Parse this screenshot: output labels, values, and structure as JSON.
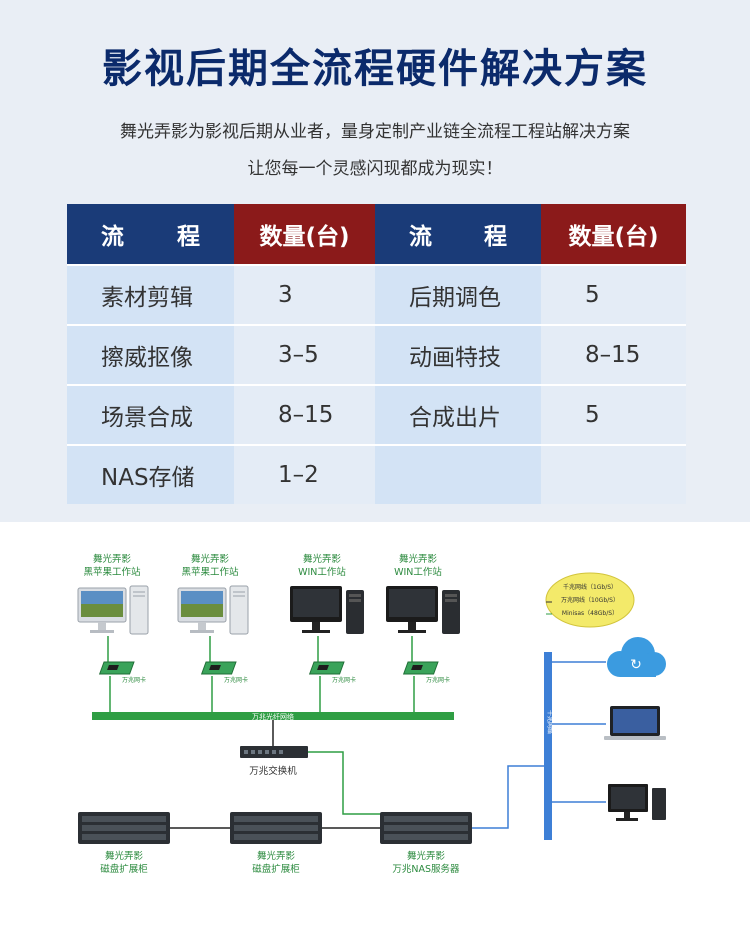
{
  "header": {
    "title": "影视后期全流程硬件解决方案",
    "subtitle_line1": "舞光弄影为影视后期从业者，量身定制产业链全流程工程站解决方案",
    "subtitle_line2": "让您每一个灵感闪现都成为现实！"
  },
  "table": {
    "col_flow": [
      "流",
      "程"
    ],
    "col_qty": "数量(台)",
    "rows": [
      {
        "a": "素材剪辑",
        "a_qty": "3",
        "b": "后期调色",
        "b_qty": "5"
      },
      {
        "a": "擦威抠像",
        "a_qty": "3–5",
        "b": "动画特技",
        "b_qty": "8–15"
      },
      {
        "a": "场景合成",
        "a_qty": "8–15",
        "b": "合成出片",
        "b_qty": "5"
      },
      {
        "a": "NAS存储",
        "a_qty": "1–2",
        "b": "",
        "b_qty": ""
      }
    ]
  },
  "diagram": {
    "stations": [
      {
        "brand": "舞光弄影",
        "type": "黑苹果工作站"
      },
      {
        "brand": "舞光弄影",
        "type": "黑苹果工作站"
      },
      {
        "brand": "舞光弄影",
        "type": "WIN工作站"
      },
      {
        "brand": "舞光弄影",
        "type": "WIN工作站"
      }
    ],
    "nic_label": "万兆网卡",
    "bus_label": "万兆光纤网络",
    "switch_label": "万兆交换机",
    "storage": [
      {
        "brand": "舞光弄影",
        "type": "磁盘扩展柜"
      },
      {
        "brand": "舞光弄影",
        "type": "磁盘扩展柜"
      },
      {
        "brand": "舞光弄影",
        "type": "万兆NAS服务器"
      }
    ],
    "legend": [
      "千兆网线（1Gb/S）",
      "万兆网线（10Gb/S）",
      "Minisas（48Gb/S）"
    ],
    "vertical_bus_label": "千兆网络",
    "colors": {
      "gigabit": "#3d7fd6",
      "tengig": "#2f9e44",
      "sas": "#222222"
    }
  }
}
